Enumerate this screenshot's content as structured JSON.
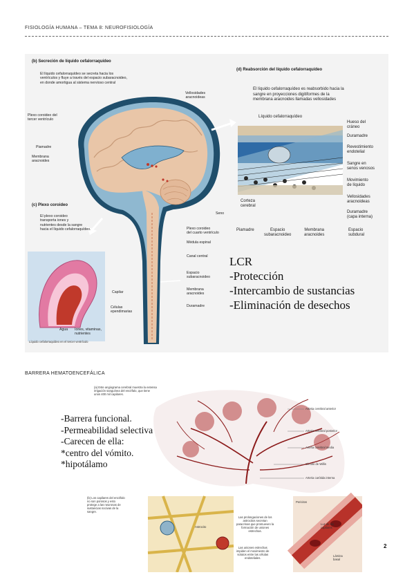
{
  "header": {
    "text": "FISIOLOGÍA HUMANA – TEMA 8: NEUROFISIOLOGÍA"
  },
  "figure_top": {
    "panel_b": {
      "letter": "(b)",
      "title": "Secreción de líquido cefalorraquídeo",
      "text": [
        "El líquido cefalorraquídeo se secreta hacia los",
        "ventrículos y fluye a través del espacio subaracnoideo,",
        "en donde amortigua al sistema nervioso central"
      ]
    },
    "panel_c": {
      "letter": "(c)",
      "title": "Plexo coroideo",
      "text": [
        "El plexo coroideo",
        "transporta iones y",
        "nutrientes desde la sangre",
        "hacia el líquido cefalorraquídeo."
      ],
      "labels": {
        "capilar": "Capilar",
        "celulas": [
          "Células",
          "ependimarias"
        ],
        "agua": "Agua",
        "iones": [
          "Iones, vitaminas,",
          "nutrientes"
        ]
      },
      "caption": "Líquido cefalorraquídeo en el tercer ventrículo"
    },
    "panel_d": {
      "letter": "(d)",
      "title": "Reabsorción del líquido cefalorraquídeo",
      "text": [
        "El líquido cefalorraquídeo es reabsorbido hacia la",
        "sangre en proyecciones digitiformes de la",
        "membrana aracnoides llamadas vellosidades"
      ],
      "labels": {
        "liquido": "Líquido cefalorraquídeo",
        "hueso": [
          "Hueso del",
          "cráneo"
        ],
        "duramadre": "Duramadre",
        "revestimiento": [
          "Revestimiento",
          "endotelial"
        ],
        "sangre": [
          "Sangre en",
          "senos venosos"
        ],
        "movimiento": [
          "Movimiento",
          "de líquido"
        ],
        "vellosidades": [
          "Vellosidades",
          "aracnoideas"
        ],
        "duramadre_int": [
          "Duramadre",
          "(capa interna)"
        ],
        "corteza": [
          "Corteza",
          "cerebral"
        ],
        "piamadre": "Piamadre",
        "espacio_sub": [
          "Espacio",
          "subaracnoideo"
        ],
        "membrana": [
          "Membrana",
          "aracnoides"
        ],
        "espacio_subdural": [
          "Espacio",
          "subdural"
        ]
      }
    },
    "brain_labels": {
      "vellosidades": [
        "Vellosidades",
        "aracnoideas"
      ],
      "plexo_tercer": [
        "Plexo coroideo del",
        "tercer ventrículo"
      ],
      "piamadre": "Piamadre",
      "membrana": [
        "Membrana",
        "aracnoides"
      ],
      "seno": "Seno",
      "plexo_cuarto": [
        "Plexo coroideo",
        "del cuarto ventrículo"
      ],
      "medula": "Médula espinal",
      "canal": "Canal central",
      "espacio": [
        "Espacio",
        "subaracnoideo"
      ],
      "membrana2": [
        "Membrana",
        "aracnoides"
      ],
      "duramadre": "Duramadre"
    },
    "lcr": [
      "LCR",
      "-Protección",
      "-Intercambio de sustancias",
      "-Eliminación de desechos"
    ]
  },
  "section_title": "BARRERA HEMATOENCEFÁLICA",
  "figure_bottom": {
    "panel_a": {
      "text": [
        "(a) Este angiograma cerebral muestra la extensa",
        "irrigación sanguínea del encéfalo, que tiene",
        "unos 400 mil capilares."
      ]
    },
    "list": [
      "-Barrera funcional.",
      "-Permeabilidad selectiva",
      "-Carecen de ella:",
      "*centro del vómito.",
      "*hipotálamo"
    ],
    "arteries": [
      "Arteria cerebral anterior",
      "Arteria cerebral posterior",
      "Arteria cerebral media",
      "Círculo de Willis",
      "Arteria carótida interna"
    ],
    "panel_b": {
      "text": [
        "(b) Los capilares del encéfalo",
        "no son porosos y esto",
        "protege a las neuronas de",
        "sustancias nocivas de la",
        "sangre."
      ]
    },
    "astro_labels": {
      "astrocito": "Astrocito",
      "prolong": [
        "Las prolongaciones de los",
        "astrocitos secretan",
        "paracrinas que promueven la",
        "formación de uniones",
        "estrechas."
      ],
      "uniones": [
        "Las uniones estrechas",
        "impiden el movimiento de",
        "solutos entre las células",
        "endoteliales."
      ],
      "pericitos": "Pericitos",
      "luz": [
        "Luz de los",
        "capilares"
      ],
      "lamina": [
        "Lámina",
        "basal"
      ]
    }
  },
  "page_number": "2"
}
